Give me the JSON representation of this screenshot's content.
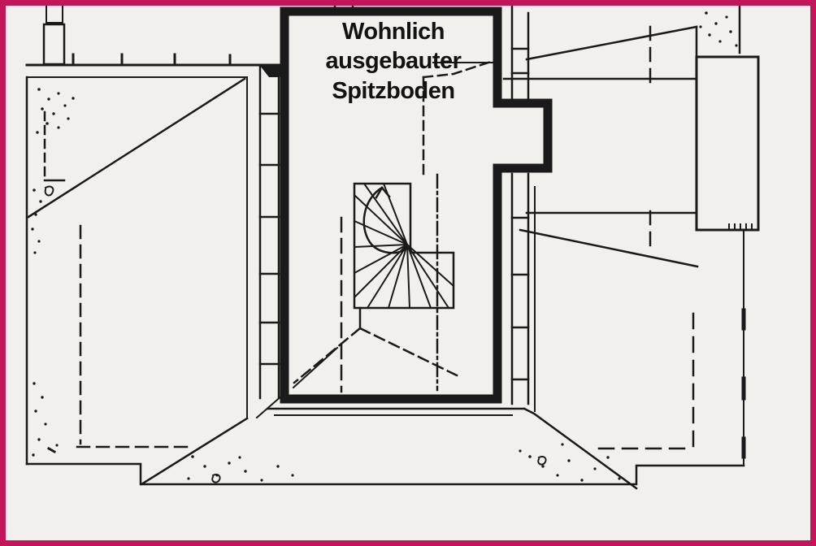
{
  "figure": {
    "kind": "scanned attic floor plan",
    "border_color": "#c2155a",
    "ink_color": "#1a1a1a",
    "paper_color": "#f2f0ec"
  },
  "annotation": {
    "line1": "Wohnlich",
    "line2": "ausgebauter",
    "line3": "Spitzboden",
    "full_text": "Wohnlich ausgebauter Spitzboden"
  }
}
